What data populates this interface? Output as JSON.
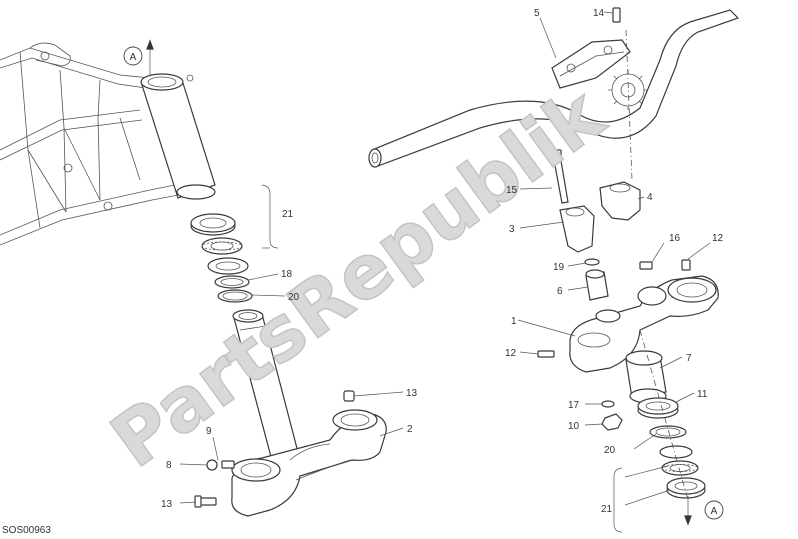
{
  "diagram": {
    "code": "SOS00963",
    "watermark": "PartsRepublik",
    "view_markers": [
      "A",
      "A"
    ],
    "callouts": {
      "c1": "1",
      "c2": "2",
      "c3": "3",
      "c4": "4",
      "c5": "5",
      "c6": "6",
      "c7": "7",
      "c8": "8",
      "c9": "9",
      "c10": "10",
      "c11": "11",
      "c12a": "12",
      "c12b": "12",
      "c13a": "13",
      "c13b": "13",
      "c14": "14",
      "c15": "15",
      "c16": "16",
      "c17": "17",
      "c18": "18",
      "c19": "19",
      "c20a": "20",
      "c20b": "20",
      "c21a": "21",
      "c21b": "21"
    }
  },
  "colors": {
    "line": "#3a3a3a",
    "watermark": "#d9d9d9"
  },
  "icons": {
    "logo": "gear-icon"
  }
}
